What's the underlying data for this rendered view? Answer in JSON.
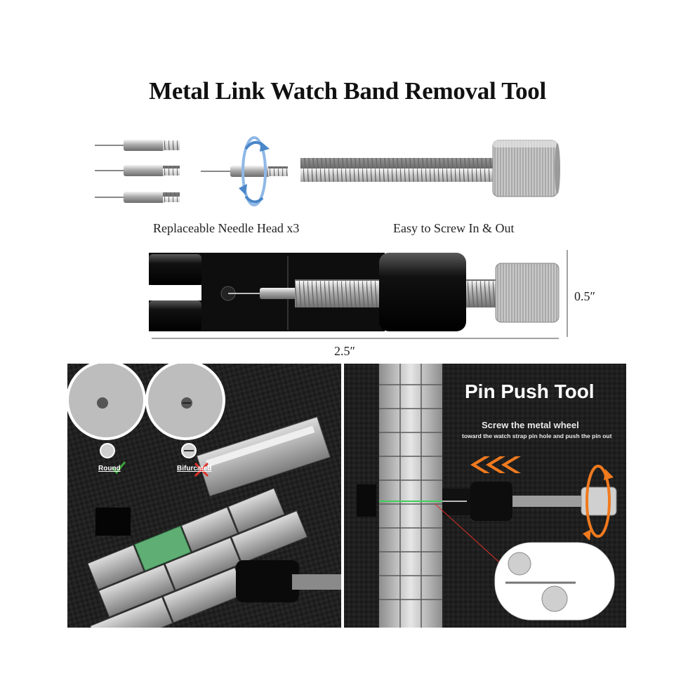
{
  "title": "Metal Link Watch Band Removal Tool",
  "captions": {
    "needles": "Replaceable Needle Head x3",
    "screw": "Easy to Screw In & Out"
  },
  "dimensions": {
    "height": "0.5″",
    "width": "2.5″"
  },
  "left_panel": {
    "round_label": "Round",
    "bifurcated_label": "Bifurcated"
  },
  "right_panel": {
    "title": "Pin Push Tool",
    "subtitle": "Screw the metal wheel",
    "description": "toward the watch strap pin hole and push the pin out"
  },
  "colors": {
    "accent_orange": "#f07a1e",
    "check_green": "#3aa43a",
    "cross_red": "#e0302a",
    "highlight_green": "#4fae69",
    "rotate_blue": "#4a86c8"
  }
}
